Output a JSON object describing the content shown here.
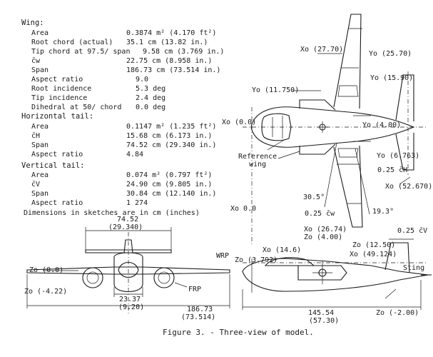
{
  "wing": {
    "heading": "Wing:",
    "area_label": "Area",
    "area_value": "0.3874 m² (4.170 ft²)",
    "root_chord_label": "Root chord (actual)",
    "root_chord_value": "35.1 cm (13.82 in.)",
    "tip_chord_label": "Tip chord at 97.5/ span",
    "tip_chord_value": "9.58 cm (3.769 in.)",
    "mac_label": "c̄w",
    "mac_value": "22.75 cm (8.958 in.)",
    "span_label": "Span",
    "span_value": "186.73 cm (73.514 in.)",
    "ar_label": "Aspect ratio",
    "ar_value": "9.0",
    "root_inc_label": "Root incidence",
    "root_inc_value": "5.3 deg",
    "tip_inc_label": "Tip incidence",
    "tip_inc_value": "2.4 deg",
    "dihedral_label": "Dihedral at 50/ chord",
    "dihedral_value": "0.0 deg"
  },
  "htail": {
    "heading": "Horizontal tail:",
    "area_label": "Area",
    "area_value": "0.1147 m² (1.235 ft²)",
    "mac_label": "c̄H",
    "mac_value": "15.68 cm (6.173 in.)",
    "span_label": "Span",
    "span_value": "74.52 cm (29.340 in.)",
    "ar_label": "Aspect ratio",
    "ar_value": "4.84"
  },
  "vtail": {
    "heading": "Vertical tail:",
    "area_label": "Area",
    "area_value": "0.074 m² (0.797 ft²)",
    "mac_label": "c̄V",
    "mac_value": "24.90 cm (9.805 in.)",
    "span_label": "Span",
    "span_value": "30.84 cm (12.140 in.)",
    "ar_label": "Aspect ratio",
    "ar_value": "1 274"
  },
  "note": "Dimensions in sketches are in cm (inches)",
  "plan": {
    "xo_27": "Xo (27.70)",
    "yo_257": "Yo (25.70)",
    "yo_1175": "Yo (11.750)",
    "yo_159": "Yo (15.90)",
    "xo_00": "Xo (0.0)",
    "yo_400": "Yo (4.00)",
    "yo_6763": "Yo (6.763)",
    "ch_025": "0.25 c̄H",
    "ref_wing": "Reference\nwing",
    "xo_5267": "Xo (52.670)",
    "ang_305": "30.5°",
    "ang_193": "19.3°",
    "cw_025": "0.25 c̄w",
    "xo_zero": "Xo 0.0"
  },
  "front": {
    "span_cm": "74.52",
    "span_in": "(29.340)",
    "zo_00": "Zo (0.0)",
    "zo_422": "Zo (-4.22)",
    "frp": "FRP",
    "w_cm": "23.37",
    "w_in": "(9.20)",
    "wspan_cm": "186.73",
    "wspan_in": "(73.514)"
  },
  "side": {
    "wrp": "WRP",
    "zo_3792": "Zo (3.792)",
    "xo_146": "Xo (14.6)",
    "xo_2674": "Xo (26.74)",
    "zo_400": "Zo (4.00)",
    "zo_1250": "Zo (12.50)",
    "xo_49124": "Xo (49.124)",
    "cv_025": "0.25 c̄V",
    "sting": "Sting",
    "zo_200": "Zo (-2.00)",
    "len_cm": "145.54",
    "len_in": "(57.30)"
  },
  "caption": "Figure 3. - Three-view of model."
}
